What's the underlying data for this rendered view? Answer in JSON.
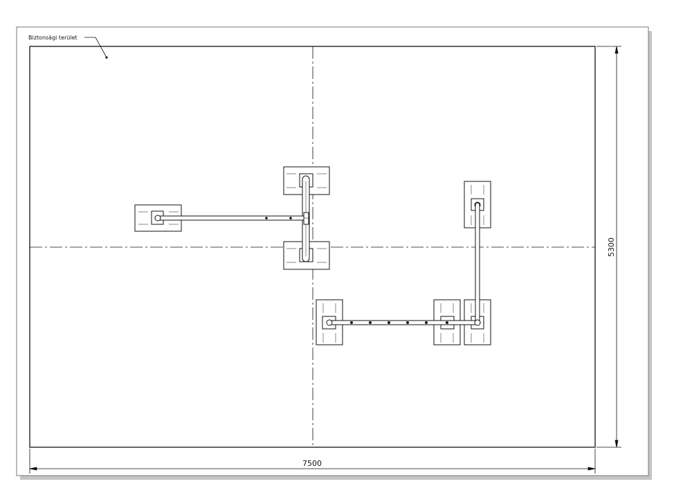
{
  "drawing": {
    "safety_area_label": "Biztonsági terület",
    "width_dimension": "7500",
    "height_dimension": "5300"
  },
  "colors": {
    "line": "#111111",
    "paper": "#ffffff",
    "shadow": "#b5b5b5"
  },
  "components": [
    {
      "name": "anchor-block-left",
      "kind": "concrete-footing"
    },
    {
      "name": "anchor-block-center-top",
      "kind": "concrete-footing"
    },
    {
      "name": "anchor-block-center-bottom",
      "kind": "concrete-footing"
    },
    {
      "name": "anchor-block-right-top",
      "kind": "concrete-footing"
    },
    {
      "name": "anchor-block-bottom-left",
      "kind": "concrete-footing"
    },
    {
      "name": "anchor-block-bottom-mid",
      "kind": "concrete-footing"
    },
    {
      "name": "anchor-block-bottom-right",
      "kind": "concrete-footing"
    }
  ]
}
